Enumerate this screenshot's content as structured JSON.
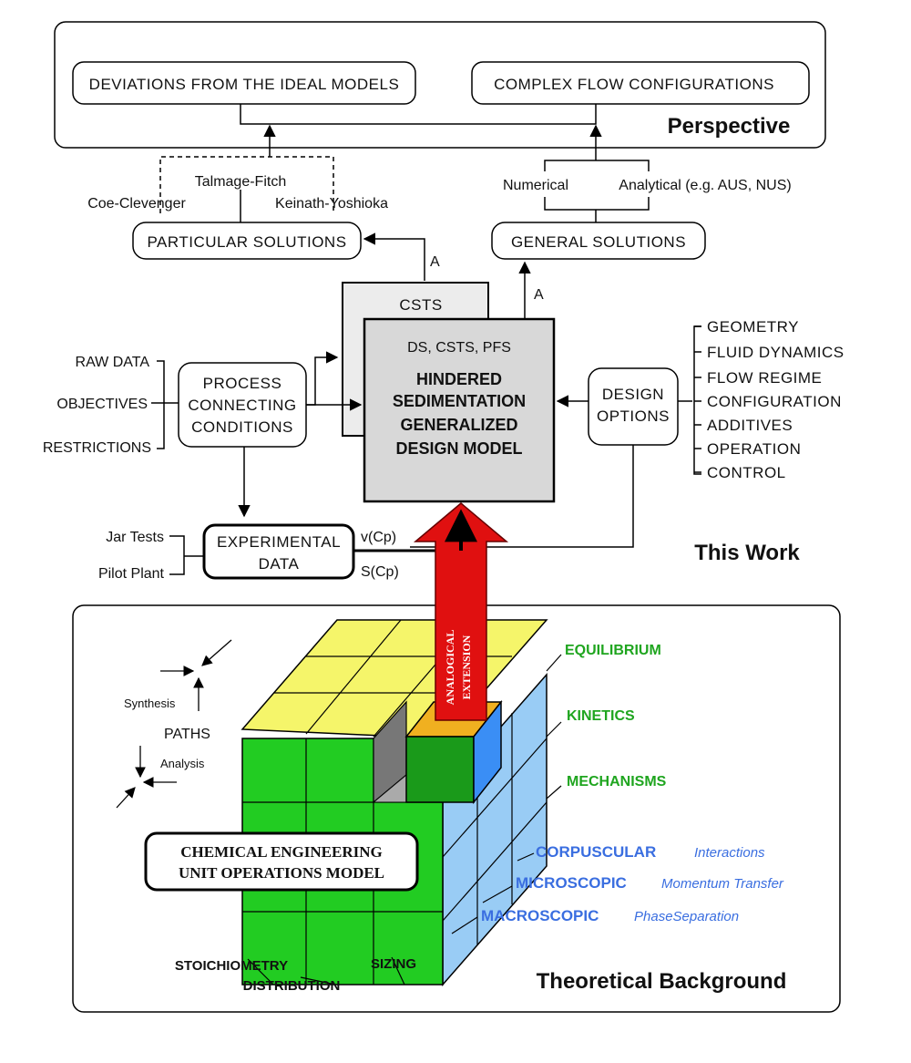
{
  "perspective": {
    "deviations": "DEVIATIONS FROM THE IDEAL MODELS",
    "complex_flow": "COMPLEX FLOW CONFIGURATIONS",
    "label": "Perspective"
  },
  "solutions": {
    "talmage_fitch": "Talmage-Fitch",
    "coe_clevenger": "Coe-Clevenger",
    "keinath_yoshioka": "Keinath-Yoshioka",
    "numerical": "Numerical",
    "analytical": "Analytical (e.g. AUS, NUS)",
    "particular": "PARTICULAR SOLUTIONS",
    "general": "GENERAL SOLUTIONS",
    "arrow_a1": "A",
    "arrow_a2": "A"
  },
  "model": {
    "csts": "CSTS",
    "subtitle": "DS, CSTS, PFS",
    "line1": "HINDERED",
    "line2": "SEDIMENTATION",
    "line3": "GENERALIZED",
    "line4": "DESIGN MODEL"
  },
  "inputs": {
    "raw_data": "RAW DATA",
    "objectives": "OBJECTIVES",
    "restrictions": "RESTRICTIONS",
    "process1": "PROCESS",
    "process2": "CONNECTING",
    "process3": "CONDITIONS"
  },
  "design": {
    "box1": "DESIGN",
    "box2": "OPTIONS",
    "items": [
      "GEOMETRY",
      "FLUID DYNAMICS",
      "FLOW REGIME",
      "CONFIGURATION",
      "ADDITIVES",
      "OPERATION",
      "CONTROL"
    ]
  },
  "experimental": {
    "jar_tests": "Jar Tests",
    "pilot_plant": "Pilot Plant",
    "box1": "EXPERIMENTAL",
    "box2": "DATA",
    "v_cp": "v(Cp)",
    "s_cp": "S(Cp)",
    "this_work": "This Work"
  },
  "background": {
    "analogical1": "ANALOGICAL",
    "analogical2": "EXTENSION",
    "equilibrium": "EQUILIBRIUM",
    "kinetics": "KINETICS",
    "mechanisms": "MECHANISMS",
    "corpuscular": "CORPUSCULAR",
    "corpuscular_sub": "Interactions",
    "microscopic": "MICROSCOPIC",
    "microscopic_sub": "Momentum Transfer",
    "macroscopic": "MACROSCOPIC",
    "macroscopic_sub": "PhaseSeparation",
    "synthesis": "Synthesis",
    "paths": "PATHS",
    "analysis": "Analysis",
    "ceuo1": "CHEMICAL ENGINEERING",
    "ceuo2": "UNIT OPERATIONS MODEL",
    "stoichiometry": "STOICHIOMETRY",
    "distribution": "DISTRIBUTION",
    "sizing": "SIZING",
    "label": "Theoretical Background"
  },
  "colors": {
    "cube_top": "#f5f56a",
    "cube_front": "#22cc22",
    "cube_side": "#99ccf5",
    "arrow_red": "#e01010",
    "model_fill": "#d8d8d8",
    "label_green": "#1fa51f",
    "label_blue": "#3a6ee0"
  }
}
